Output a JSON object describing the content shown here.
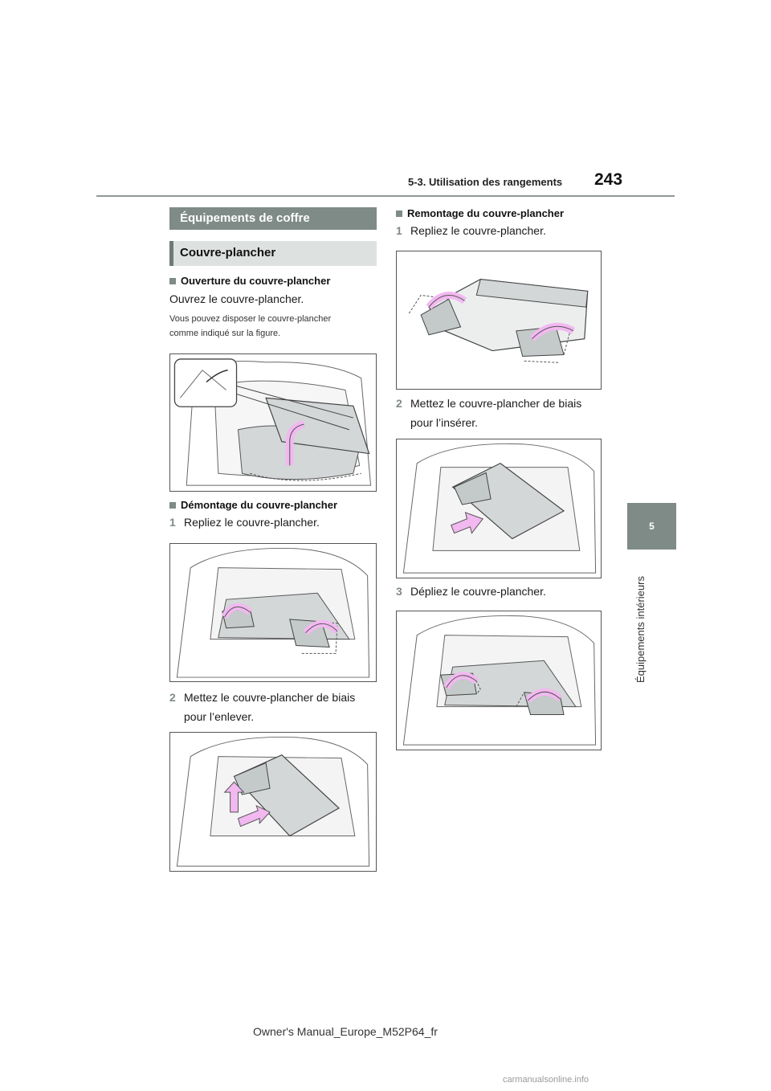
{
  "header": {
    "section": "5-3. Utilisation des rangements",
    "page_number": "243"
  },
  "chapter": {
    "number": "5",
    "title": "Équipements intérieurs"
  },
  "footer": {
    "text": "Owner's Manual_Europe_M52P64_fr"
  },
  "watermark": {
    "text": "carmanualsonline.info"
  },
  "content": {
    "section_title": "Équipements de coffre",
    "subsection_title": "Couvre-plancher",
    "opening": {
      "heading": "Ouverture du couvre-plancher",
      "text": "Ouvrez le couvre-plancher.",
      "note_line1": "Vous pouvez disposer le couvre-plancher",
      "note_line2": "comme indiqué sur la figure."
    },
    "removal": {
      "heading": "Démontage du couvre-plancher",
      "step1_num": "1",
      "step1_text": "Repliez le couvre-plancher.",
      "step2_num": "2",
      "step2_line1": "Mettez le couvre-plancher de biais",
      "step2_line2": "pour l’enlever."
    },
    "installation": {
      "heading": "Remontage du couvre-plancher",
      "step1_num": "1",
      "step1_text": "Repliez le couvre-plancher.",
      "step2_num": "2",
      "step2_line1": "Mettez le couvre-plancher de biais",
      "step2_line2": "pour l’insérer.",
      "step3_num": "3",
      "step3_text": "Dépliez le couvre-plancher."
    }
  },
  "colors": {
    "accent": "#7f8b86",
    "arrow": "#f2b8f0",
    "panel": "#d3d7d7"
  }
}
